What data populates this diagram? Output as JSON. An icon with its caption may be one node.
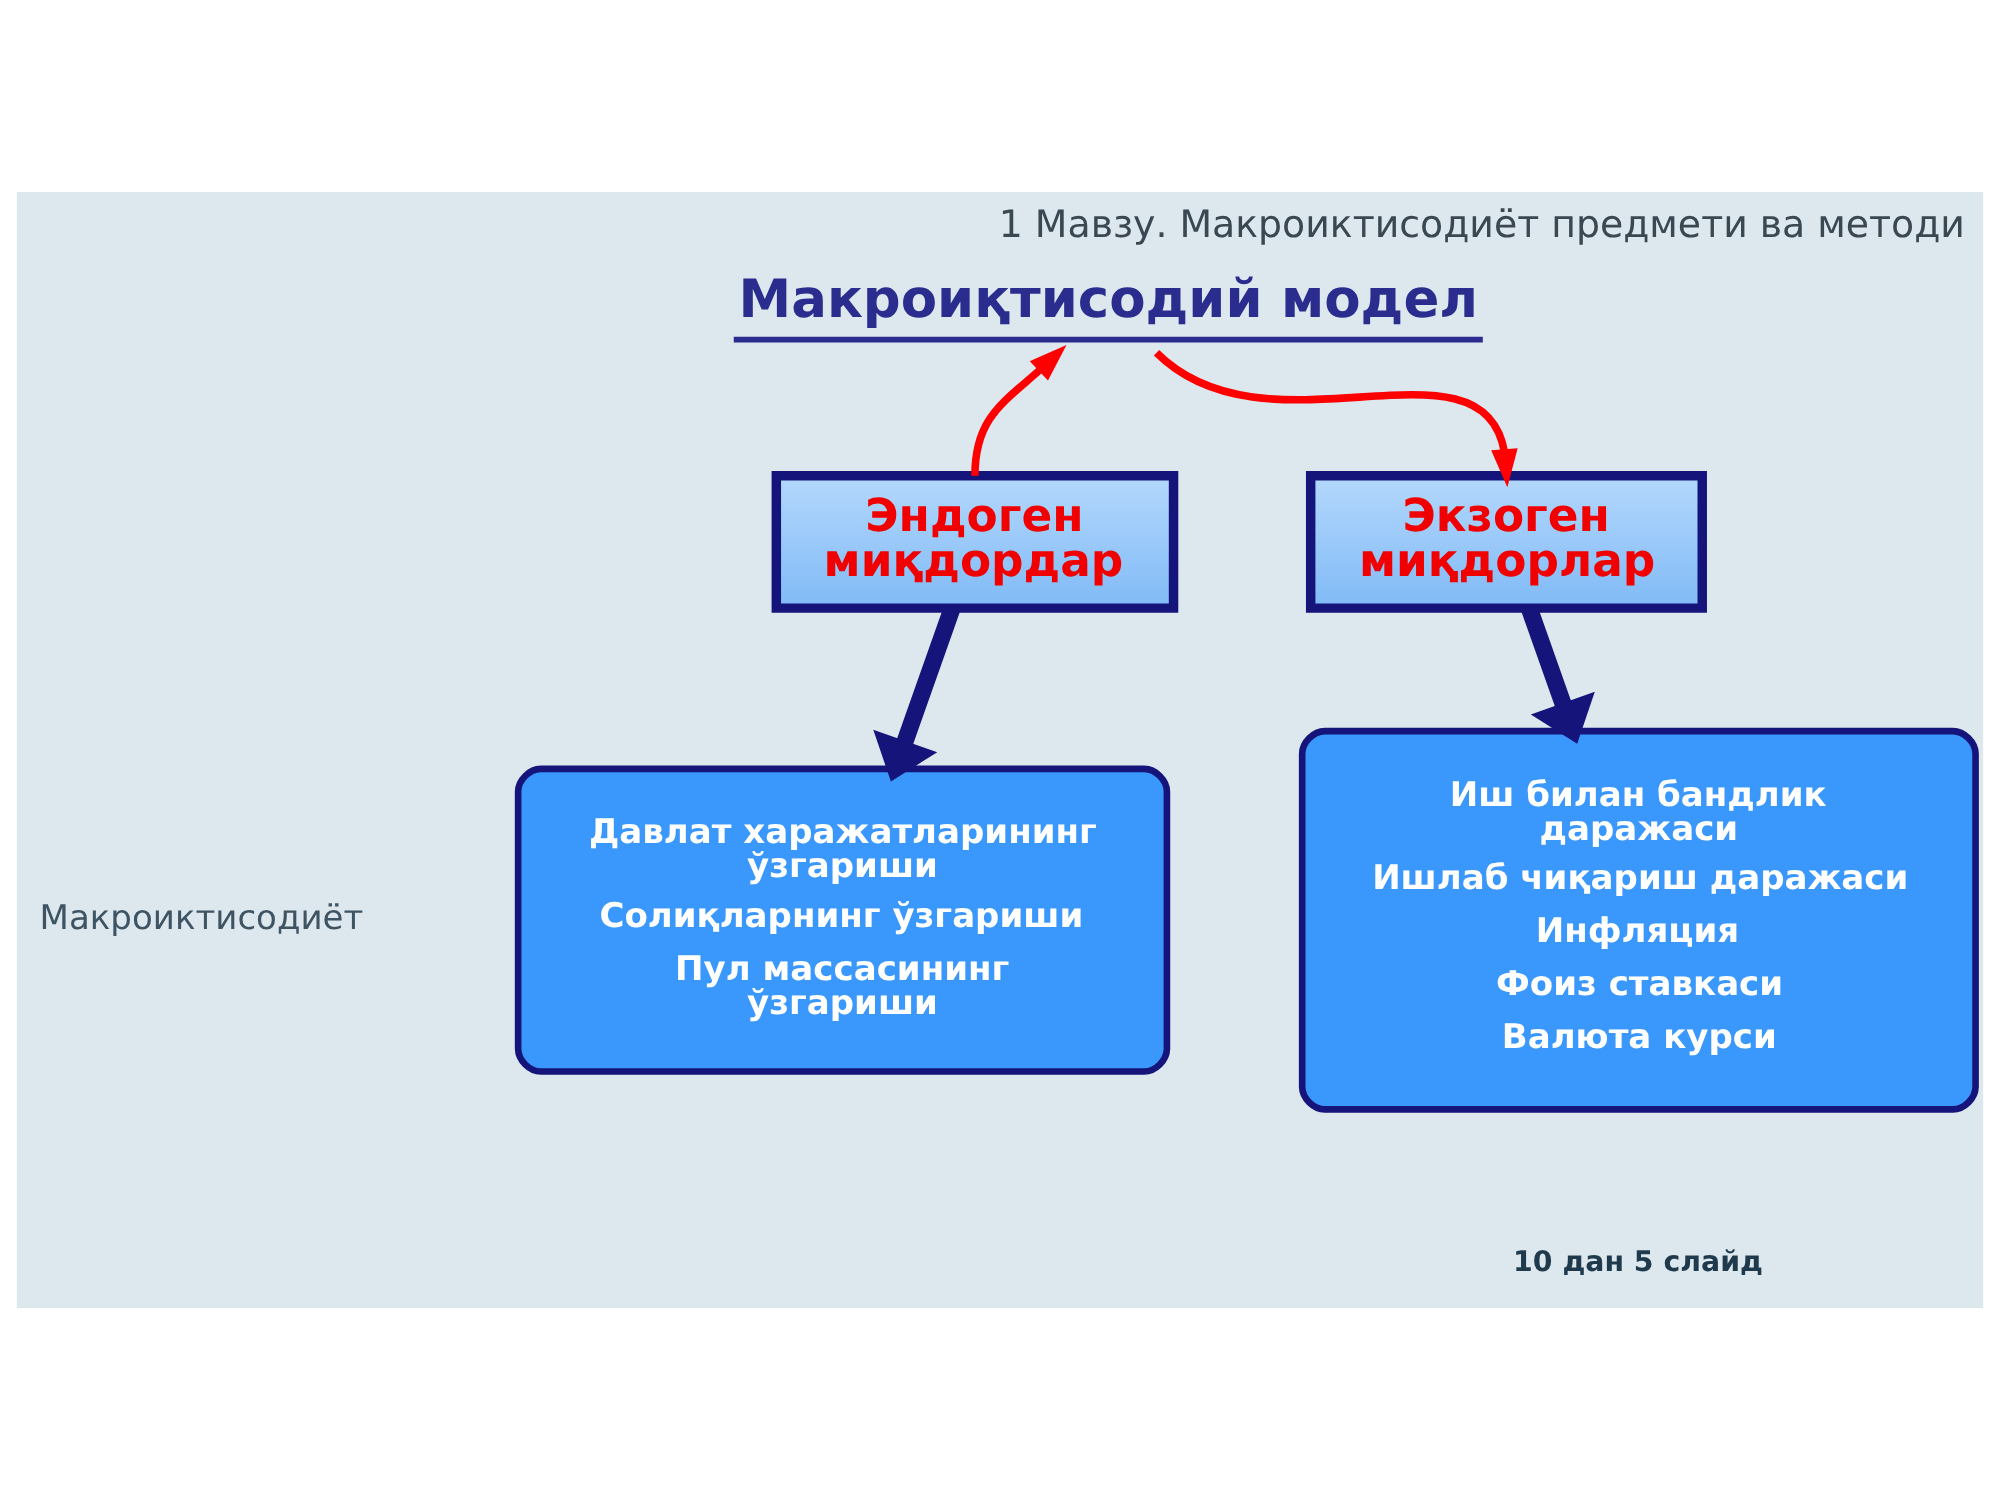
{
  "diagram": {
    "title": "1 Мавзу. Макроиктисодиёт предмети ва методи",
    "nodes": [
      {
        "text": [
          "Макроиқтисодий модел"
        ]
      },
      {
        "text": [
          "Эндоген миқдордар"
        ]
      },
      {
        "text": [
          "Экзоген миқдорлар"
        ]
      },
      {
        "text": [
          "Давлат харажатларининг ўзгариши",
          "Солиқларнинг ўзгариши",
          "Пул массасининг ўзгариши"
        ]
      },
      {
        "text": [
          "Иш билан бандлик даражаси",
          "Ишлаб чиқариш даражаси",
          "Инфляция",
          "Фоиз ставкаси",
          "Валюта курси"
        ]
      }
    ],
    "edges": [
      {
        "from": 1,
        "to": 0,
        "arrow": "to",
        "color": "#ff0000"
      },
      {
        "from": 0,
        "to": 2,
        "arrow": "to",
        "color": "#ff0000"
      },
      {
        "from": 1,
        "to": 3,
        "arrow": "to",
        "style": "thick",
        "color": "#14147a"
      },
      {
        "from": 2,
        "to": 4,
        "arrow": "to",
        "style": "thick",
        "color": "#14147a"
      }
    ],
    "labels": [
      "Макроиктисодиёт",
      "10 дан 5 слайд"
    ]
  }
}
